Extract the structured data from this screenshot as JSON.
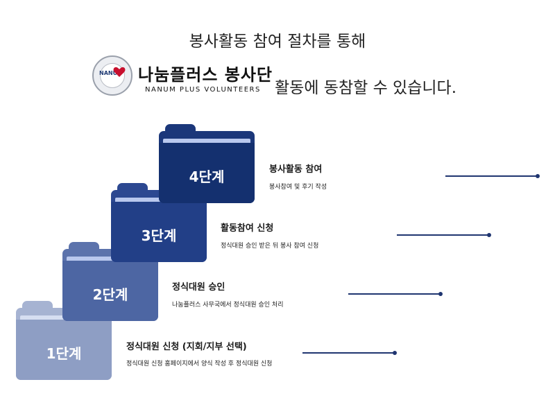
{
  "header": {
    "line1": "봉사활동 참여 절차를 통해",
    "line2": "활동에 동참할 수 있습니다."
  },
  "logo": {
    "name_ko": "나눔플러스 봉사단",
    "name_en": "NANUM PLUS  VOLUNTEERS",
    "seal_text": "NANU"
  },
  "steps": [
    {
      "label": "1단계",
      "title": "정식대원 신청 (지회/지부 선택)",
      "description": "정식대원 신청 홈페이지에서 양식 작성 후 정식대원 신청",
      "color": "#8e9ec4"
    },
    {
      "label": "2단계",
      "title": "정식대원 승인",
      "description": "나눔플러스 사무국에서 정식대원 승인 처리",
      "color": "#4d66a3"
    },
    {
      "label": "3단계",
      "title": "활동참여 신청",
      "description": "정식대원 승인 받은 뒤 봉사 참여 신청",
      "color": "#223f87"
    },
    {
      "label": "4단계",
      "title": "봉사활동 참여",
      "description": "봉사참여 및 후기 작성",
      "color": "#14306f"
    }
  ],
  "colors": {
    "connector": "#1f3570",
    "folder_highlight": "#b9c8ee"
  }
}
